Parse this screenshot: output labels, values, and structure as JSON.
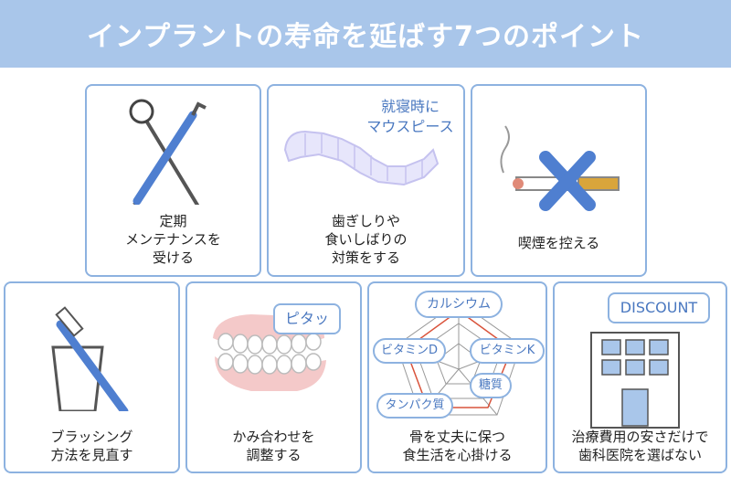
{
  "header": {
    "title": "インプラントの寿命を延ばす7つのポイント"
  },
  "colors": {
    "banner": "#a9c6ea",
    "border": "#8db2e0",
    "accent_blue": "#4a78c0"
  },
  "cards": [
    {
      "icon": "dental-mirror-and-scaler-icon",
      "caption": [
        "定期",
        "メンテナンスを",
        "受ける"
      ]
    },
    {
      "icon": "mouthpiece-icon",
      "label": [
        "就寝時に",
        "マウスピース"
      ],
      "caption": [
        "歯ぎしりや",
        "食いしばりの",
        "対策をする"
      ]
    },
    {
      "icon": "no-smoking-icon",
      "caption": [
        "喫煙を控える"
      ]
    },
    {
      "icon": "toothbrush-cup-icon",
      "caption": [
        "ブラッシング",
        "方法を見直す"
      ]
    },
    {
      "icon": "dentures-icon",
      "bubble": "ピタッ",
      "caption": [
        "かみ合わせを",
        "調整する"
      ]
    },
    {
      "icon": "nutrition-radar-icon",
      "nutrients": [
        "カルシウム",
        "ビタミンD",
        "ビタミンK",
        "糖質",
        "タンパク質"
      ],
      "caption": [
        "骨を丈夫に保つ",
        "食生活を心掛ける"
      ]
    },
    {
      "icon": "clinic-building-icon",
      "bubble": "DISCOUNT",
      "caption": [
        "治療費用の安さだけで",
        "歯科医院を選ばない"
      ]
    }
  ]
}
